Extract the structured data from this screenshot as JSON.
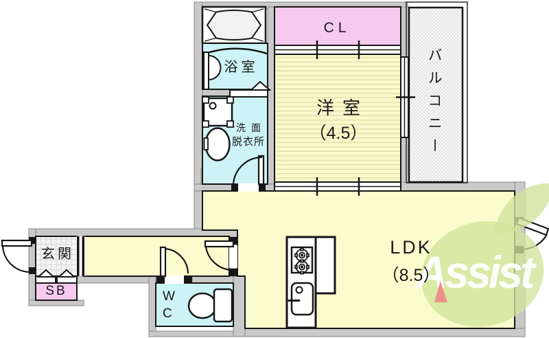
{
  "floorplan": {
    "rooms": {
      "closet": "CL",
      "balcony": "バルコニー",
      "western_room": "洋室",
      "western_room_size": "（4.5）",
      "bathroom": "浴室",
      "washroom_line1": "洗面",
      "washroom_line2": "脱衣所",
      "entrance": "玄関",
      "shoebox": "SB",
      "toilet": "WC",
      "ldk": "LDK",
      "ldk_size": "（8.5）"
    },
    "watermark": "Assist",
    "colors": {
      "wall_gray": "#c9c9c9",
      "water_room_cyan": "#cdf3f7",
      "closet_pink": "#f6c9ef",
      "living_yellow": "#fcfbce",
      "tatami_stripe": "#e2dfa6",
      "logo_green": "#cfe49b",
      "logo_red": "#ee8f8b",
      "line_black": "#161616"
    }
  }
}
